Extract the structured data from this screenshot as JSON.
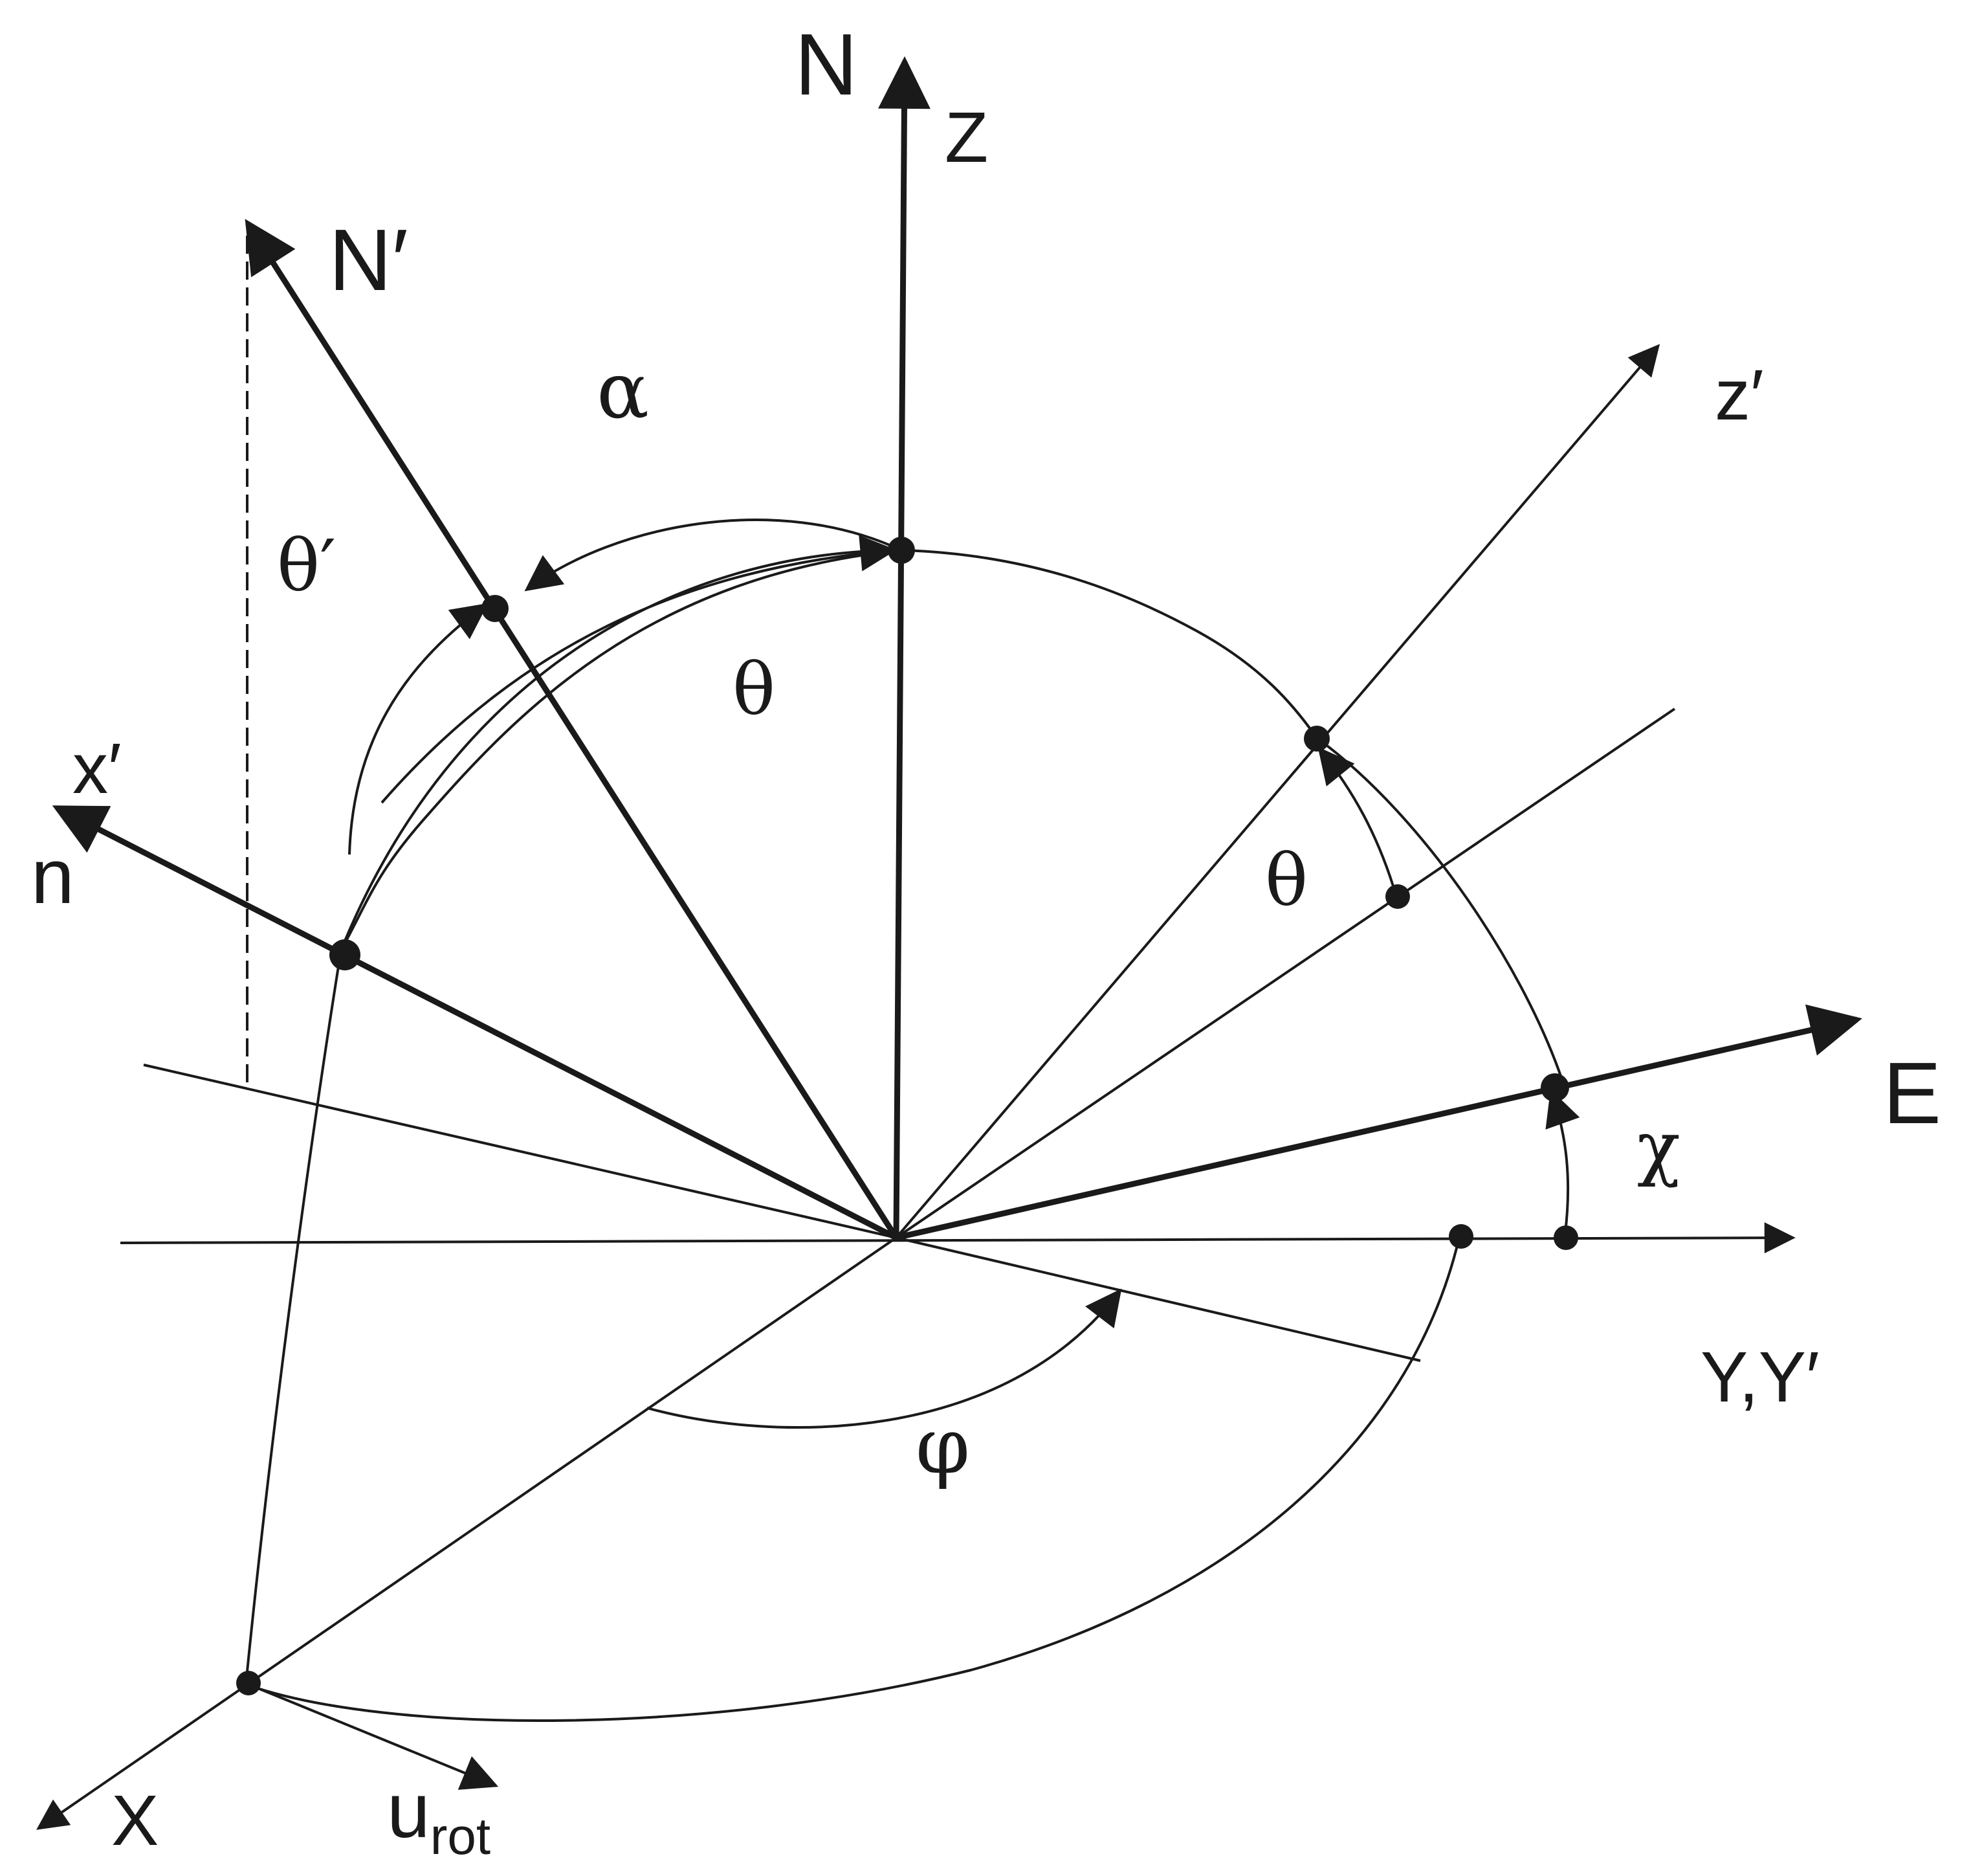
{
  "colors": {
    "ink": "#1a1a1a",
    "background": "#ffffff"
  },
  "labels": {
    "N": "N",
    "Z": "Z",
    "N_prime": "N′",
    "alpha": "α",
    "theta_prime": "θ′",
    "theta_top": "θ",
    "theta_right": "θ",
    "z_prime": "z′",
    "x_prime": "x′",
    "n": "n",
    "E": "E",
    "chi": "χ",
    "Y_Yprime": "Y,Y′",
    "phi": "φ",
    "X": "X",
    "u": "u",
    "rot": "rot"
  }
}
